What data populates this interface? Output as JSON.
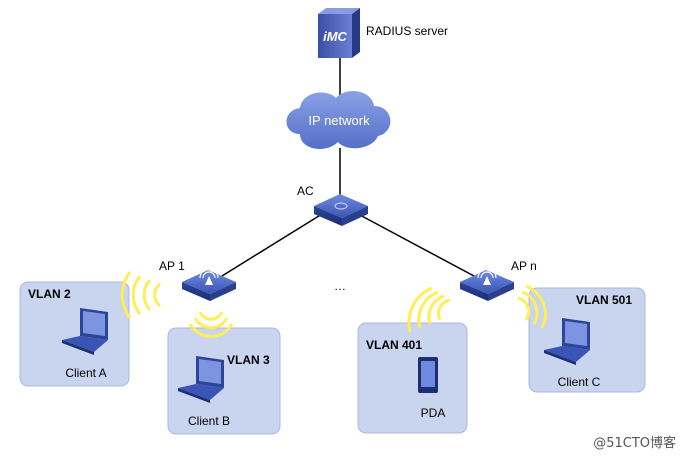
{
  "colors": {
    "vlan_box": "#c9d4ee",
    "vlan_box_border": "#aab8dc",
    "device_blue": "#3a55b5",
    "cloud": "#6b86d6",
    "signal": "#ffee55",
    "link": "#000000"
  },
  "nodes": {
    "radius": {
      "label": "RADIUS server",
      "logo": "iMC"
    },
    "network": {
      "label": "IP network"
    },
    "ac": {
      "label": "AC"
    },
    "ap1": {
      "label": "AP 1"
    },
    "apn": {
      "label": "AP n"
    },
    "ellipsis": "…"
  },
  "vlans": [
    {
      "name": "VLAN 2",
      "client": "Client A"
    },
    {
      "name": "VLAN 3",
      "client": "Client B"
    },
    {
      "name": "VLAN 401",
      "client": "PDA"
    },
    {
      "name": "VLAN 501",
      "client": "Client C"
    }
  ],
  "watermark": "@51CTO博客"
}
